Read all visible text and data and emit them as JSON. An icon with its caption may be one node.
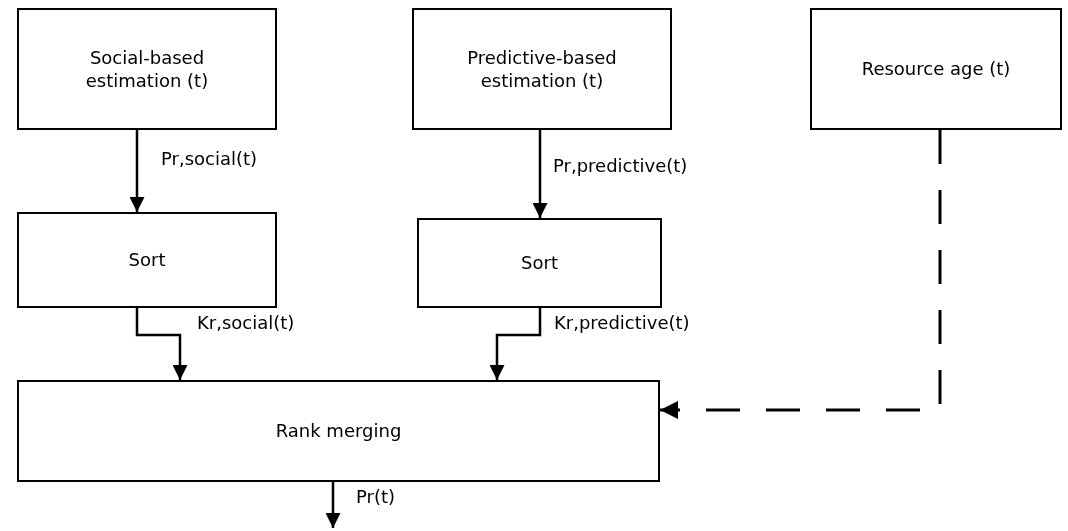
{
  "diagram": {
    "nodes": [
      {
        "text": [
          "Social-based estimation (t)"
        ]
      },
      {
        "text": [
          "Predictive-based estimation (t)"
        ]
      },
      {
        "text": [
          "Resource age (t)"
        ]
      },
      {
        "text": [
          "Sort"
        ]
      },
      {
        "text": [
          "Sort"
        ]
      },
      {
        "text": [
          "Rank merging"
        ]
      }
    ],
    "edges": [
      {
        "from": 0,
        "to": 3,
        "arrow": "to",
        "label": "Pr,social(t)"
      },
      {
        "from": 1,
        "to": 4,
        "arrow": "to",
        "label": "Pr,predictive(t)"
      },
      {
        "from": 3,
        "to": 5,
        "arrow": "to",
        "label": "Kr,social(t)"
      },
      {
        "from": 4,
        "to": 5,
        "arrow": "to",
        "label": "Kr,predictive(t)"
      },
      {
        "from": 2,
        "to": 5,
        "arrow": "to",
        "style": "dashed"
      },
      {
        "from": 5,
        "to": null,
        "arrow": "to",
        "label": "Pr(t)"
      }
    ]
  }
}
